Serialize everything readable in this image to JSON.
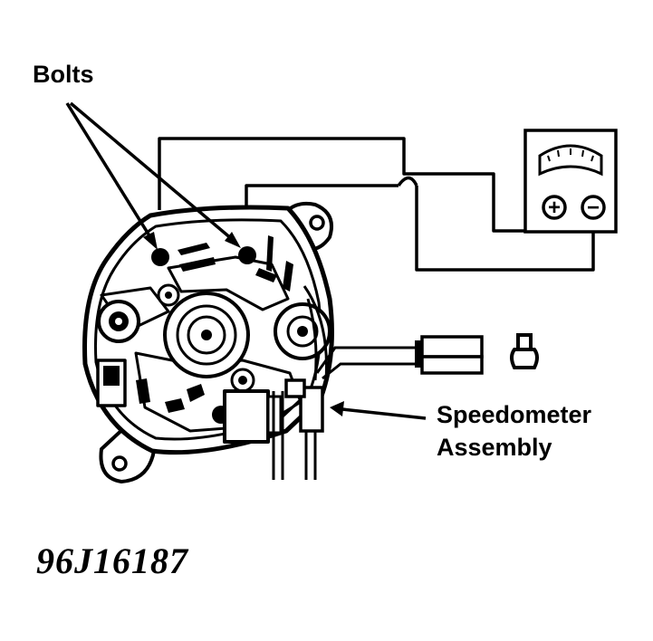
{
  "labels": {
    "bolts": "Bolts",
    "speedometer_line1": "Speedometer",
    "speedometer_line2": "Assembly",
    "figure_code": "96J16187"
  },
  "meter": {
    "positive_symbol": "+",
    "negative_symbol": "−"
  },
  "colors": {
    "ink": "#000000",
    "paper": "#ffffff"
  }
}
